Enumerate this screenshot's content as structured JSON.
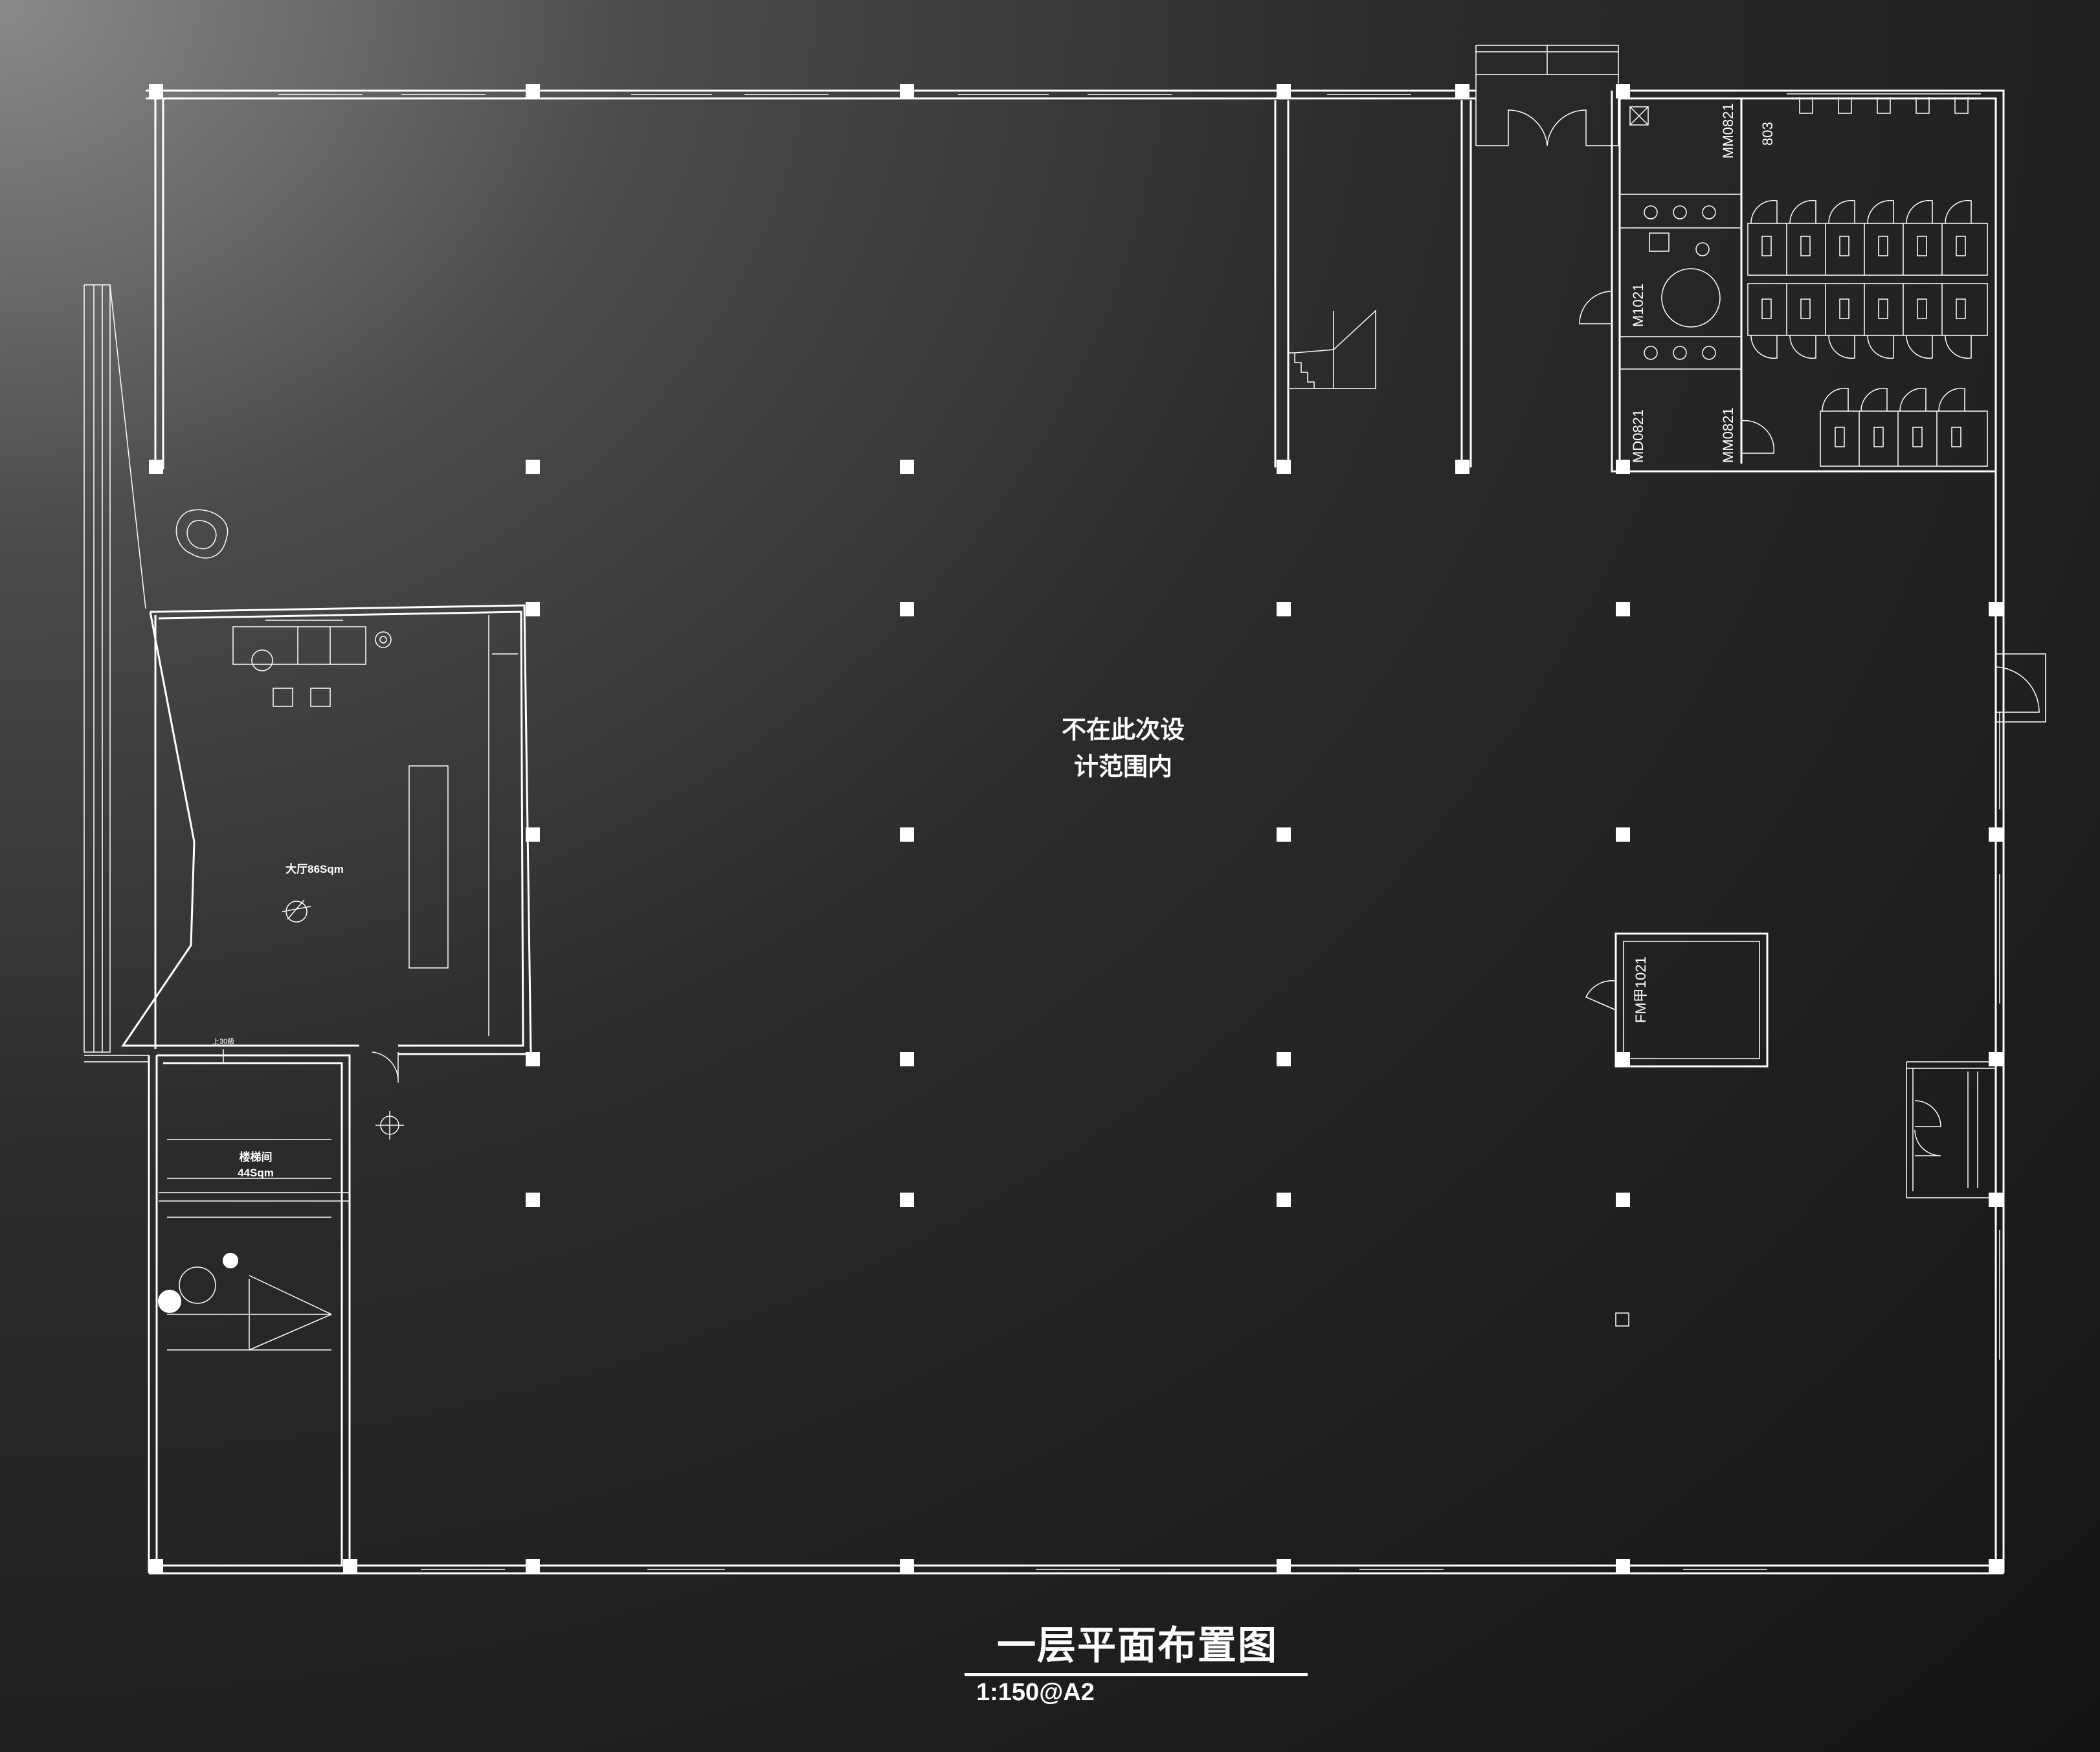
{
  "plan": {
    "center_note_line1": "不在此次设",
    "center_note_line2": "计范围内",
    "hall_label": "大厅86Sqm",
    "stair_label_line1": "楼梯间",
    "stair_label_line2": "44Sqm",
    "up_marker": "上30級",
    "doors": {
      "wc_top": "MM0821",
      "wc_side": "M1021",
      "wc_lower_left": "MD0821",
      "wc_lower_right": "MM0821",
      "shaft": "FM甲1021",
      "wc_vent": "803"
    }
  },
  "title": {
    "main": "一层平面布置图",
    "scale": "1:150@A2"
  },
  "colors": {
    "line": "#ffffff",
    "background_light": "#8a8a8a",
    "background_dark": "#141414"
  }
}
